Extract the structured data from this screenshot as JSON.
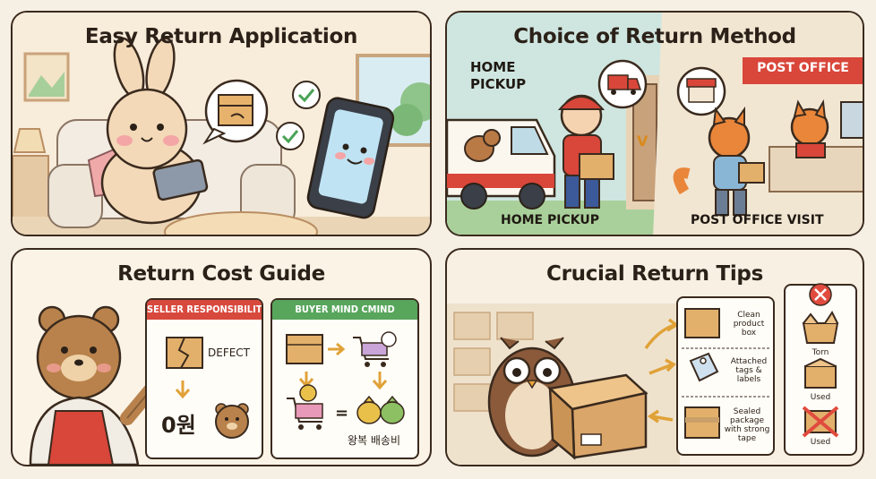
{
  "panels": {
    "easy_return": {
      "title": "Easy Return Application"
    },
    "return_method": {
      "title": "Choice of Return Method",
      "home_pickup_top": "HOME\nPICKUP",
      "post_office_sign": "POST OFFICE",
      "home_pickup_caption": "HOME PICKUP",
      "vs": "V",
      "post_office_caption": "POST OFFICE VISIT"
    },
    "return_cost": {
      "title": "Return Cost Guide",
      "seller_header": "SELLER RESPONSIBILITY",
      "buyer_header": "BUYER MIND CMIND",
      "defect": "DEFECT",
      "zero_won": "0원",
      "equals": "=",
      "round_trip_shipping": "왕복 배송비"
    },
    "return_tips": {
      "title": "Crucial Return Tips",
      "tips": [
        "Clean product box",
        "Attached tags & labels",
        "Sealed package with strong tape"
      ],
      "dont_items": [
        "Torn",
        "Used",
        "Used"
      ]
    }
  },
  "colors": {
    "seller_red": "#d8493d",
    "buyer_green": "#58a55c",
    "outline": "#3a2a1e",
    "post_red": "#d9463a"
  },
  "icons": [
    "package-icon",
    "check-icon",
    "truck-icon",
    "store-icon",
    "cracked-box-icon",
    "arrow-down-icon",
    "cart-icon",
    "money-bag-icon",
    "x-icon",
    "tag-icon",
    "tape-icon"
  ]
}
